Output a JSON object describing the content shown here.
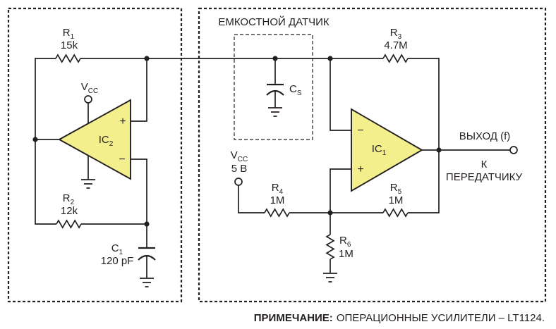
{
  "colors": {
    "ink": "#231f20",
    "opamp_fill": "#f3ef8c",
    "background": "#ffffff"
  },
  "sensor": {
    "title": "ЕМКОСТНОЙ ДАТЧИК"
  },
  "components": {
    "r1": {
      "ref": "R",
      "sub": "1",
      "value": "15k"
    },
    "r2": {
      "ref": "R",
      "sub": "2",
      "value": "12k"
    },
    "r3": {
      "ref": "R",
      "sub": "3",
      "value": "4.7M"
    },
    "r4": {
      "ref": "R",
      "sub": "4",
      "value": "1M"
    },
    "r5": {
      "ref": "R",
      "sub": "5",
      "value": "1M"
    },
    "r6": {
      "ref": "R",
      "sub": "6",
      "value": "1M"
    },
    "c1": {
      "ref": "C",
      "sub": "1",
      "value": "120 pF"
    },
    "cs": {
      "ref": "C",
      "sub": "S"
    },
    "ic1": {
      "ref": "IC",
      "sub": "1"
    },
    "ic2": {
      "ref": "IC",
      "sub": "2"
    }
  },
  "opamp_pins": {
    "plus": "+",
    "minus": "−"
  },
  "supplies": {
    "ic2_vcc": {
      "ref": "V",
      "sub": "CC"
    },
    "bias_vcc": {
      "ref": "V",
      "sub": "CC",
      "value": "5 В"
    }
  },
  "output": {
    "label": "ВЫХОД (f)",
    "dest_line1": "К",
    "dest_line2": "ПЕРЕДАТЧИКУ"
  },
  "note": {
    "label": "ПРИМЕЧАНИЕ:",
    "text": "ОПЕРАЦИОННЫЕ УСИЛИТЕЛИ – LT1124."
  }
}
